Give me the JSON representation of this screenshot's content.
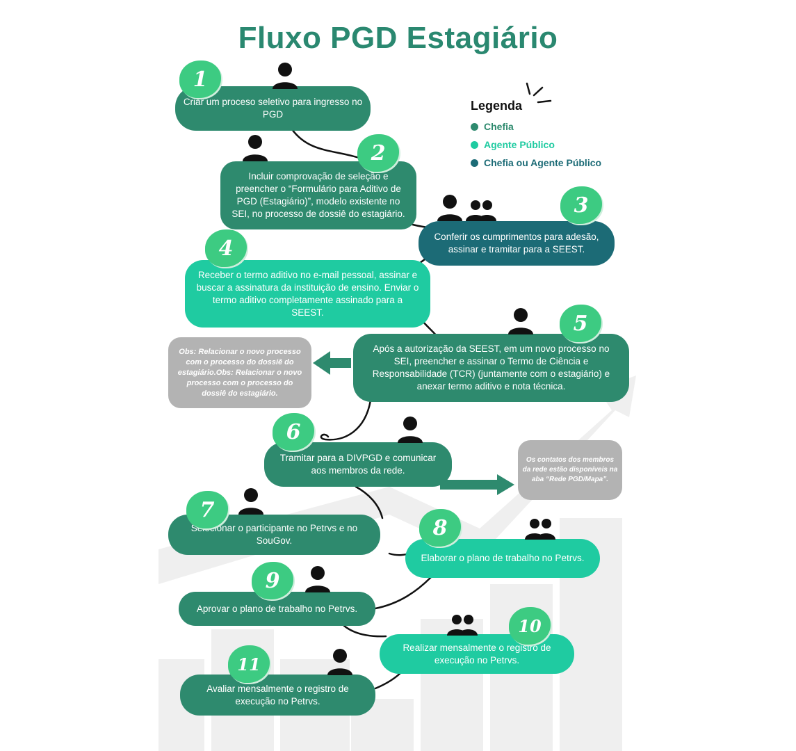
{
  "title": "Fluxo PGD Estagiário",
  "colors": {
    "chefia": "#2e8a6e",
    "agente": "#1fcba1",
    "ambos": "#1c6b76",
    "obs": "#b3b3b3",
    "badge": "#3dcb82",
    "title": "#2a8870"
  },
  "legend": {
    "title": "Legenda",
    "items": [
      {
        "label": "Chefia",
        "color": "#2e8a6e"
      },
      {
        "label": "Agente Público",
        "color": "#1fcba1"
      },
      {
        "label": "Chefia ou Agente Público",
        "color": "#1c6b76"
      }
    ]
  },
  "steps": [
    {
      "number": "1",
      "text": "Criar um proceso seletivo para ingresso no PGD",
      "role": "chefia",
      "icon": "person-icon"
    },
    {
      "number": "2",
      "text": "Incluir comprovação de seleção e preencher o “Formulário para Aditivo de PGD (Estagiário)”, modelo existente no SEI, no processo de dossiê do estagiário.",
      "role": "chefia",
      "icon": "person-icon"
    },
    {
      "number": "3",
      "text": "Conferir os cumprimentos para adesão, assinar e tramitar para a SEEST.",
      "role": "ambos",
      "icon": "person-and-group-icon"
    },
    {
      "number": "4",
      "text": "Receber o termo aditivo no e-mail pessoal, assinar e buscar a assinatura da instituição de ensino. Enviar o termo aditivo completamente assinado para a SEEST.",
      "role": "agente",
      "icon": ""
    },
    {
      "number": "5",
      "text": "Após a autorização da SEEST, em um novo processo no SEI, preencher e assinar o Termo de Ciência e Responsabilidade (TCR) (juntamente com o estagiário) e anexar termo aditivo e nota técnica.",
      "role": "chefia",
      "icon": "person-icon"
    },
    {
      "number": "6",
      "text": "Tramitar para a DIVPGD e comunicar aos membros da rede.",
      "role": "chefia",
      "icon": "person-icon"
    },
    {
      "number": "7",
      "text": "Selecionar o participante no Petrvs e no SouGov.",
      "role": "chefia",
      "icon": "person-icon"
    },
    {
      "number": "8",
      "text": "Elaborar o plano de trabalho no Petrvs.",
      "role": "agente",
      "icon": "group-icon"
    },
    {
      "number": "9",
      "text": "Aprovar o plano de trabalho no Petrvs.",
      "role": "chefia",
      "icon": "person-icon"
    },
    {
      "number": "10",
      "text": "Realizar mensalmente o registro de execução no Petrvs.",
      "role": "agente",
      "icon": "group-icon"
    },
    {
      "number": "11",
      "text": "Avaliar mensalmente o registro de execução no Petrvs.",
      "role": "chefia",
      "icon": "person-icon"
    }
  ],
  "notes": [
    {
      "text": "Obs: Relacionar o novo processo com o processo do dossiê do estagiário.Obs: Relacionar o novo processo com o processo do dossiê do estagiário."
    },
    {
      "text": "Os contatos dos membros da rede estão disponíveis na aba “Rede PGD/Mapa”."
    }
  ]
}
